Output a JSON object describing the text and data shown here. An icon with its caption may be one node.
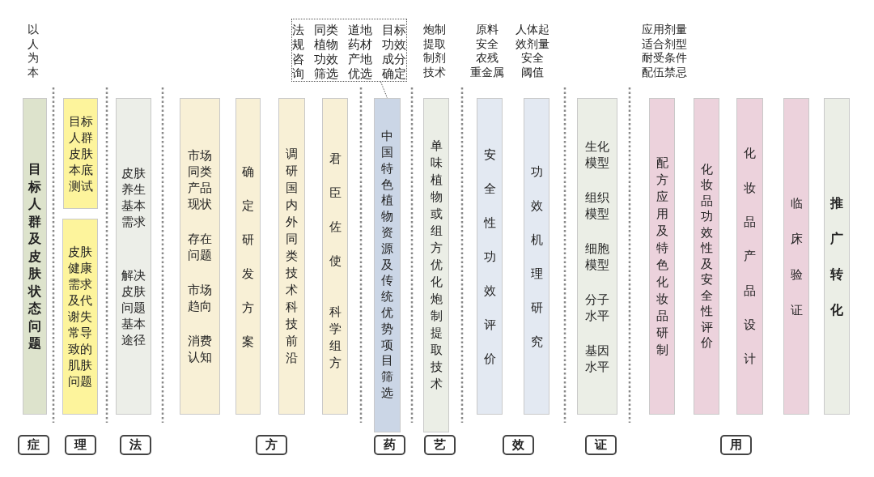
{
  "diagram": {
    "nodes": [
      {
        "text": [
          "目标人群及皮肤状态问题"
        ]
      },
      {
        "text": [
          "目标人群皮肤本底测试"
        ]
      },
      {
        "text": [
          "皮肤健康需求及代谢失常导致的肌肤问题"
        ]
      },
      {
        "text": [
          "皮肤养生基本需求",
          "解决皮肤问题基本途径"
        ]
      },
      {
        "text": [
          "市场同类产品现状",
          "存在问题",
          "市场趋向",
          "消费认知"
        ]
      },
      {
        "text": [
          "确定研发方案"
        ]
      },
      {
        "text": [
          "调研国内外同类技术科技前沿"
        ]
      },
      {
        "text": [
          "君臣佐使",
          "科学组方"
        ]
      },
      {
        "text": [
          "法规咨询",
          "同类植物功效筛选",
          "道地药材产地优选",
          "目标功效成分确定"
        ]
      },
      {
        "text": [
          "中国特色植物资源及传统优势项目筛选"
        ]
      },
      {
        "text": [
          "单味植物或组方优化炮制提取技术"
        ]
      },
      {
        "text": [
          "安全性功效评价"
        ]
      },
      {
        "text": [
          "功效机理研究"
        ]
      },
      {
        "text": [
          "生化模型",
          "组织模型",
          "细胞模型",
          "分子水平",
          "基因水平"
        ]
      },
      {
        "text": [
          "配方应用及特色化妆品研制"
        ]
      },
      {
        "text": [
          "化妆品功效性及安全性评价"
        ]
      },
      {
        "text": [
          "化妆品产品设计"
        ]
      },
      {
        "text": [
          "临床验证"
        ]
      },
      {
        "text": [
          "推广转化"
        ]
      },
      {
        "text": [
          "症"
        ]
      },
      {
        "text": [
          "理"
        ]
      },
      {
        "text": [
          "法"
        ]
      },
      {
        "text": [
          "方"
        ]
      },
      {
        "text": [
          "药"
        ]
      },
      {
        "text": [
          "艺"
        ]
      },
      {
        "text": [
          "效"
        ]
      },
      {
        "text": [
          "证"
        ]
      },
      {
        "text": [
          "用"
        ]
      }
    ],
    "edges": [
      {
        "from": 8,
        "to": 9,
        "arrow": "none",
        "style": "dashed"
      }
    ],
    "labels": [
      "以人为本",
      "炮制提取制剂技术",
      "原料安全农残重金属",
      "人体起效剂量安全阈值",
      "应用剂量适合剂型耐受条件配伍禁忌"
    ]
  }
}
